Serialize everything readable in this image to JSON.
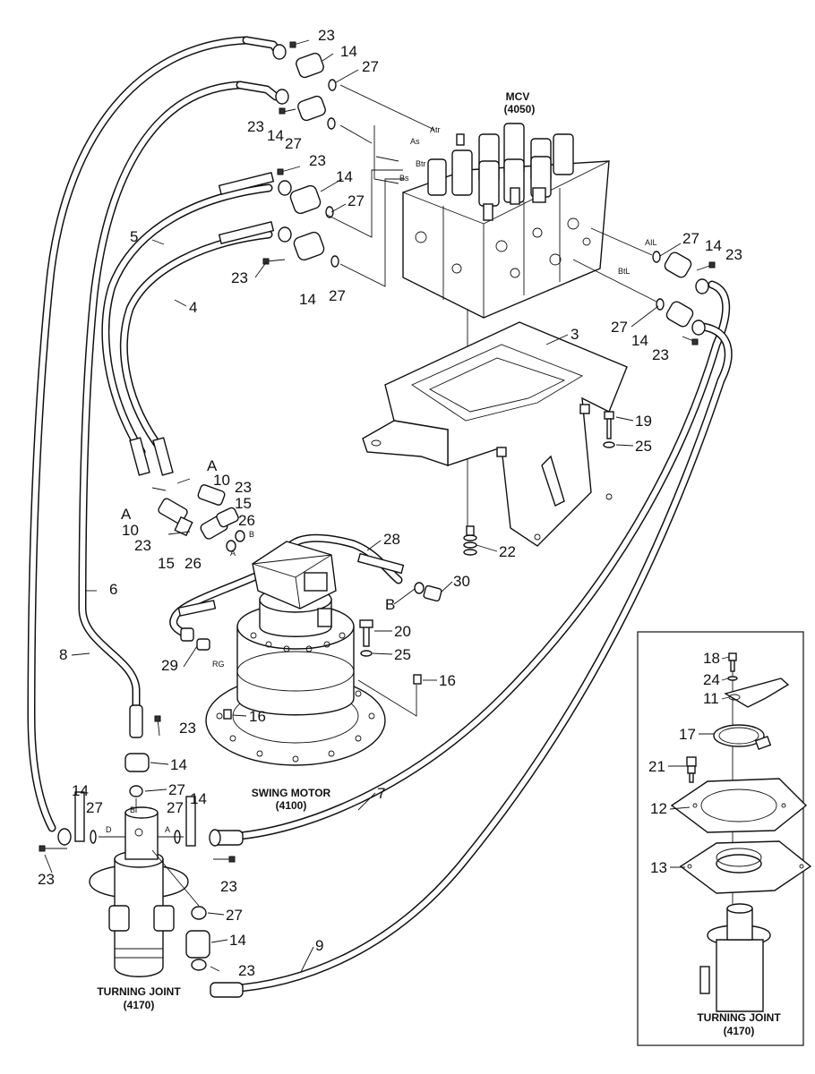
{
  "components": {
    "mcv": {
      "name": "MCV",
      "code": "(4050)"
    },
    "swing_motor": {
      "name": "SWING MOTOR",
      "code": "(4100)"
    },
    "turning_joint": {
      "name": "TURNING JOINT",
      "code": "(4170)"
    },
    "turning_joint_detail": {
      "name": "TURNING JOINT",
      "code": "(4170)"
    }
  },
  "port_labels": {
    "atr": "Atr",
    "as": "As",
    "btr": "Btr",
    "bs": "Bs",
    "ail": "AIL",
    "btl": "BtL",
    "b_motor": "B",
    "a_motor": "A",
    "rg": "RG",
    "tj_b": "B",
    "tj_d": "D",
    "tj_a": "A"
  },
  "callouts": [
    {
      "key": "c23a",
      "text": "23"
    },
    {
      "key": "c14a",
      "text": "14"
    },
    {
      "key": "c27a",
      "text": "27"
    },
    {
      "key": "c23b",
      "text": "23"
    },
    {
      "key": "c14b",
      "text": "14"
    },
    {
      "key": "c27b",
      "text": "27"
    },
    {
      "key": "c23c",
      "text": "23"
    },
    {
      "key": "c14c",
      "text": "14"
    },
    {
      "key": "c27c",
      "text": "27"
    },
    {
      "key": "c5",
      "text": "5"
    },
    {
      "key": "c23d",
      "text": "23"
    },
    {
      "key": "c14d",
      "text": "14"
    },
    {
      "key": "c27d",
      "text": "27"
    },
    {
      "key": "c4",
      "text": "4"
    },
    {
      "key": "c27e",
      "text": "27"
    },
    {
      "key": "c14e",
      "text": "14"
    },
    {
      "key": "c23e",
      "text": "23"
    },
    {
      "key": "c27f",
      "text": "27"
    },
    {
      "key": "c14f",
      "text": "14"
    },
    {
      "key": "c23f",
      "text": "23"
    },
    {
      "key": "c3",
      "text": "3"
    },
    {
      "key": "c19",
      "text": "19"
    },
    {
      "key": "c25a",
      "text": "25"
    },
    {
      "key": "cA1",
      "text": "A"
    },
    {
      "key": "c10a",
      "text": "10"
    },
    {
      "key": "c23g",
      "text": "23"
    },
    {
      "key": "cA2",
      "text": "A"
    },
    {
      "key": "c15a",
      "text": "15"
    },
    {
      "key": "c10b",
      "text": "10"
    },
    {
      "key": "c26a",
      "text": "26"
    },
    {
      "key": "c23h",
      "text": "23"
    },
    {
      "key": "c15b",
      "text": "15"
    },
    {
      "key": "c26b",
      "text": "26"
    },
    {
      "key": "c28",
      "text": "28"
    },
    {
      "key": "c22",
      "text": "22"
    },
    {
      "key": "c6",
      "text": "6"
    },
    {
      "key": "cB",
      "text": "B"
    },
    {
      "key": "c30",
      "text": "30"
    },
    {
      "key": "c20",
      "text": "20"
    },
    {
      "key": "c29",
      "text": "29"
    },
    {
      "key": "c25b",
      "text": "25"
    },
    {
      "key": "c8",
      "text": "8"
    },
    {
      "key": "c16a",
      "text": "16"
    },
    {
      "key": "c16b",
      "text": "16"
    },
    {
      "key": "c23i",
      "text": "23"
    },
    {
      "key": "c14g",
      "text": "14"
    },
    {
      "key": "c27g",
      "text": "27"
    },
    {
      "key": "c14h",
      "text": "14"
    },
    {
      "key": "c27h",
      "text": "27"
    },
    {
      "key": "c27i",
      "text": "27"
    },
    {
      "key": "c14i",
      "text": "14"
    },
    {
      "key": "c7",
      "text": "7"
    },
    {
      "key": "c23j",
      "text": "23"
    },
    {
      "key": "c23k",
      "text": "23"
    },
    {
      "key": "c27j",
      "text": "27"
    },
    {
      "key": "c14j",
      "text": "14"
    },
    {
      "key": "c9",
      "text": "9"
    },
    {
      "key": "c23l",
      "text": "23"
    },
    {
      "key": "c18",
      "text": "18"
    },
    {
      "key": "c24",
      "text": "24"
    },
    {
      "key": "c11",
      "text": "11"
    },
    {
      "key": "c17",
      "text": "17"
    },
    {
      "key": "c21",
      "text": "21"
    },
    {
      "key": "c12",
      "text": "12"
    },
    {
      "key": "c13",
      "text": "13"
    }
  ]
}
